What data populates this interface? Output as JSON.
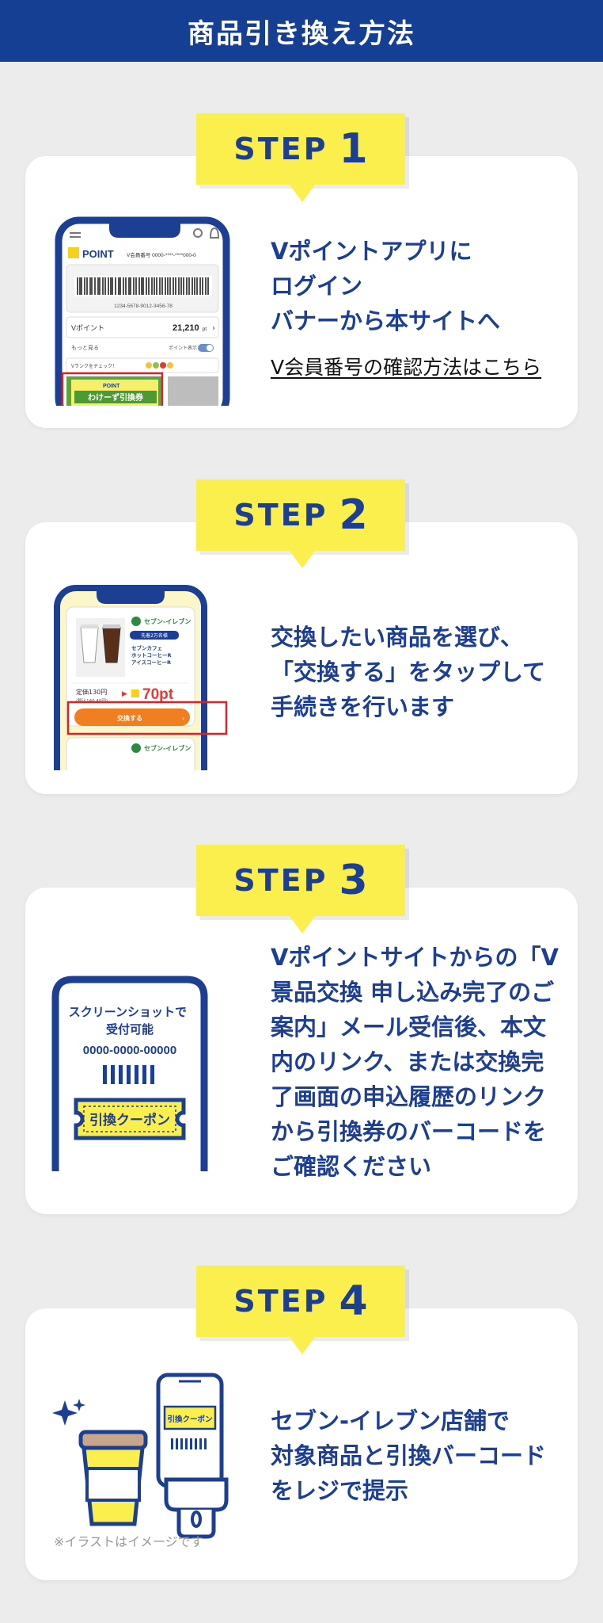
{
  "header": {
    "title": "商品引き換え方法"
  },
  "steps": [
    {
      "label": "STEP",
      "num": "1",
      "text": "Vポイントアプリに\nログイン\nバナーから本サイトへ",
      "link": "V会員番号の確認方法はこちら",
      "phone": {
        "brand": "POINT",
        "member_no": "V会員番号 0000-****-****000-0",
        "barcode_no": "1234-5678-9012-3456-78",
        "balance_label": "Vポイント",
        "balance": "21,210",
        "balance_unit": "pt",
        "more_label": "もっと見る",
        "points_toggle": "ポイント表示",
        "rank_label": "Vランクをチェック！",
        "banner_brand": "POINT",
        "banner_text": "わけーず引換券"
      }
    },
    {
      "label": "STEP",
      "num": "2",
      "text": "交換したい商品を選び、\n「交換する」をタップして\n手続きを行います",
      "phone": {
        "store": "セブン-イレブン",
        "badge": "先着2万名様",
        "product": "セブンカフェ\nホットコーヒーR\nアイスコーヒーR",
        "price_label": "定価130円",
        "price_sub": "(税込140.40円)",
        "points": "70pt",
        "button": "交換する",
        "store2": "セブン-イレブン"
      }
    },
    {
      "label": "STEP",
      "num": "3",
      "text": "Vポイントサイトからの「V\n景品交換 申し込み完了のご\n案内」メール受信後、本文\n内のリンク、または交換完\n了画面の申込履歴のリンク\nから引換券のバーコードを\nご確認ください",
      "phone": {
        "notice": "スクリーンショットで\n受付可能",
        "code": "0000-0000-00000",
        "coupon": "引換クーポン"
      }
    },
    {
      "label": "STEP",
      "num": "4",
      "text": "セブン-イレブン店舗で\n対象商品と引換バーコード\nをレジで提示",
      "phone": {
        "coupon": "引換クーポン"
      },
      "note": "※イラストはイメージです"
    }
  ],
  "colors": {
    "navy": "#1c3f94",
    "header": "#143f93",
    "yellow": "#fbef4e",
    "orange": "#f07f22",
    "highlight": "#d9222a"
  }
}
